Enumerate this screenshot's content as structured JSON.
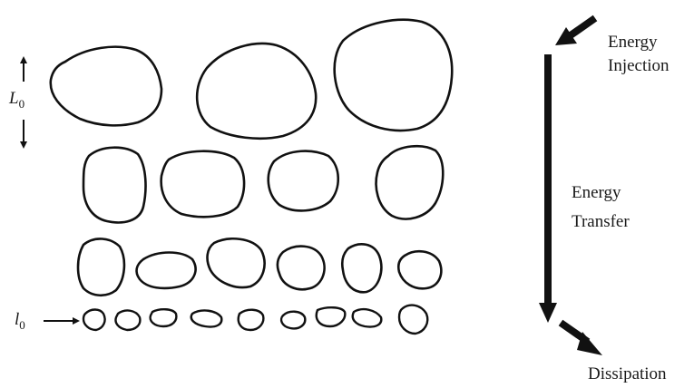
{
  "scale_labels": {
    "large": {
      "symbol": "L",
      "subscript": "0"
    },
    "small": {
      "symbol": "l",
      "subscript": "0"
    }
  },
  "cascade": {
    "injection": [
      "Energy",
      "Injection"
    ],
    "transfer": [
      "Energy",
      "Transfer"
    ],
    "dissipation": "Dissipation"
  },
  "eddy_rows": [
    {
      "count": 3
    },
    {
      "count": 4
    },
    {
      "count": 6
    },
    {
      "count": 9
    }
  ],
  "colors": {
    "ink": "#111111",
    "background": "#ffffff"
  }
}
